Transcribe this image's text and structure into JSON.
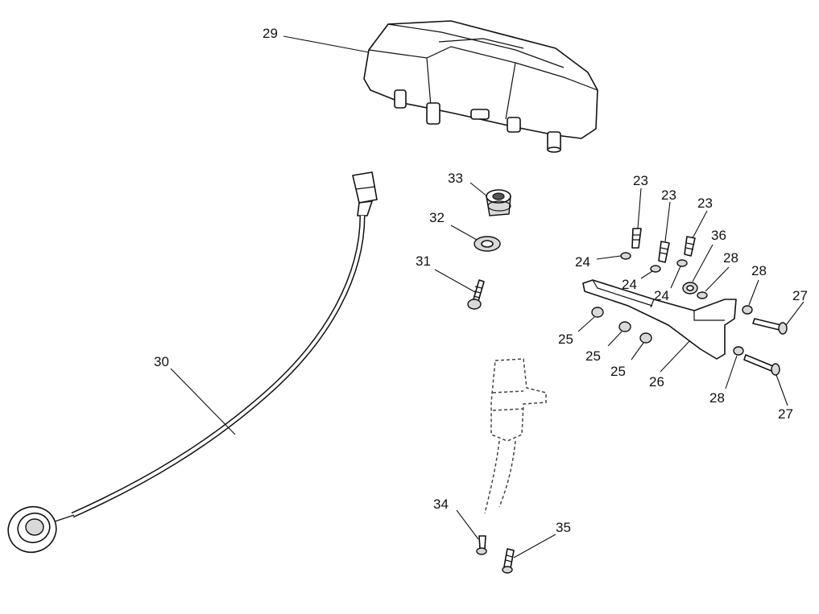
{
  "callouts": {
    "c23a": "23",
    "c23b": "23",
    "c23c": "23",
    "c24a": "24",
    "c24b": "24",
    "c24c": "24",
    "c25a": "25",
    "c25b": "25",
    "c25c": "25",
    "c26": "26",
    "c27a": "27",
    "c27b": "27",
    "c28a": "28",
    "c28b": "28",
    "c28c": "28",
    "c29": "29",
    "c30": "30",
    "c31": "31",
    "c32": "32",
    "c33": "33",
    "c34": "34",
    "c35": "35",
    "c36": "36"
  },
  "colors": {
    "line": "#111111",
    "background": "#ffffff",
    "shading": "#d9d9d9"
  }
}
